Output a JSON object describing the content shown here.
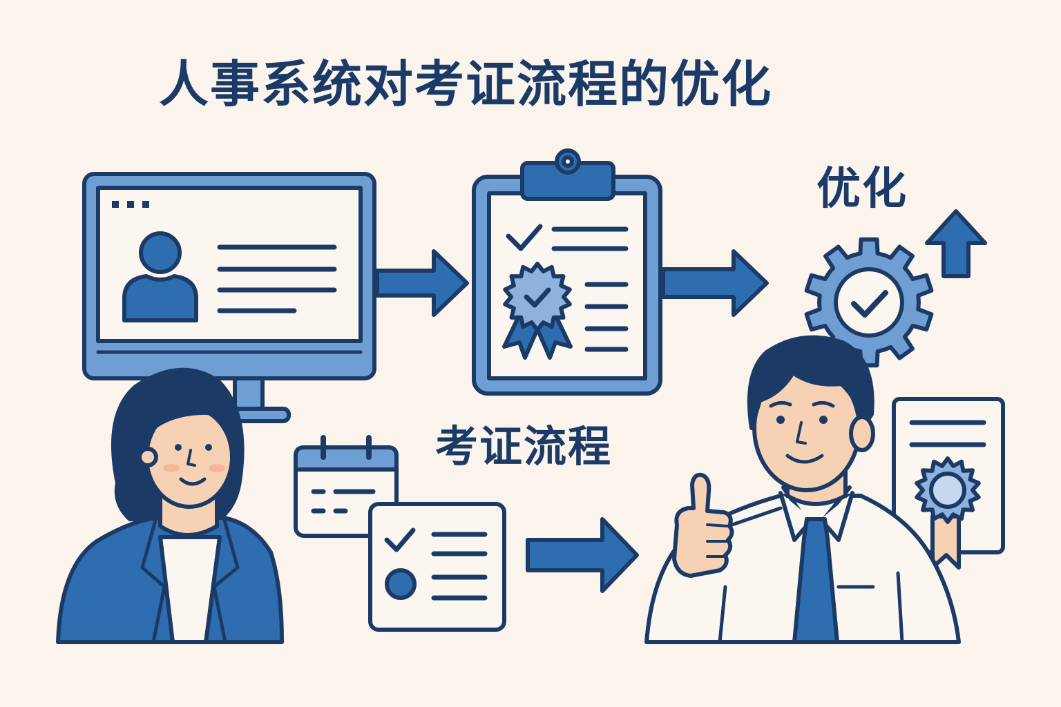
{
  "title": "人事系统对考证流程的优化",
  "labels": {
    "optimization": "优化",
    "exam_process": "考证流程"
  },
  "icons": [
    "computer-monitor-icon",
    "user-profile-icon",
    "clipboard-icon",
    "certificate-badge-icon",
    "gear-check-icon",
    "up-arrow-icon",
    "calendar-icon",
    "checklist-icon",
    "certificate-document-icon",
    "right-arrow-icon"
  ],
  "colors": {
    "background": "#fbf4ec",
    "navy": "#1b3b66",
    "blue": "#2e6db0",
    "light_blue": "#6f9fd2",
    "pale": "#fbf7f0",
    "skin": "#f7d1b3"
  }
}
